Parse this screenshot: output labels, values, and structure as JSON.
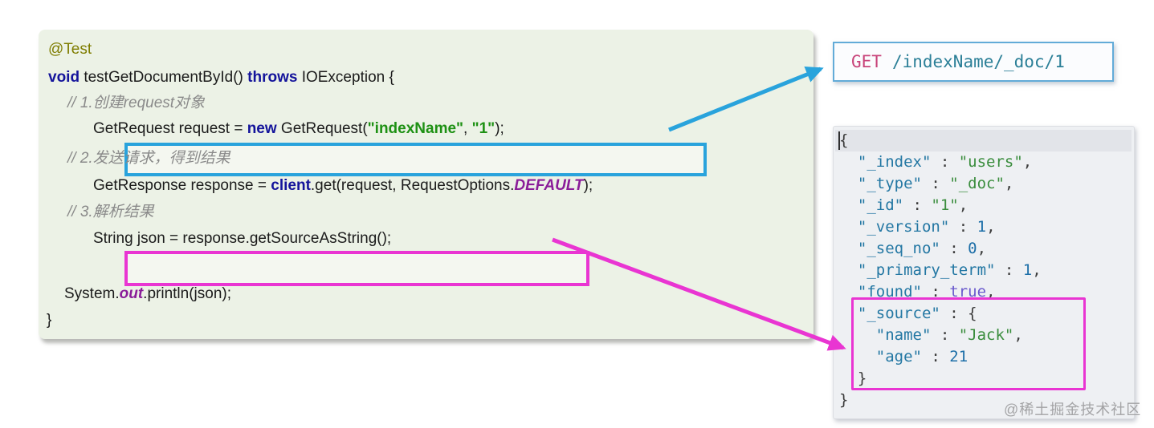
{
  "colors": {
    "highlight_blue": "#29a3dc",
    "highlight_magenta": "#e935d2",
    "code_panel_bg": "#ecf2e6",
    "json_panel_bg": "#eef0f3",
    "keyword": "#14149b",
    "string_green": "#1e9114",
    "member_purple": "#8a1d99",
    "comment_gray": "#8a8a8a",
    "json_key": "#2377a3",
    "json_string": "#3a8d3d",
    "json_number": "#1d6fa8",
    "json_bool": "#6a5acd",
    "http_method": "#c8447a",
    "http_path": "#2b7f97"
  },
  "code": {
    "l1": {
      "a": "@Test"
    },
    "l2": {
      "k1": "void",
      "p1": " testGetDocumentById() ",
      "k2": "throws",
      "p2": " IOException {"
    },
    "l3": {
      "c": "// 1.创建request对象"
    },
    "l4": {
      "p1": "GetRequest request = ",
      "k1": "new",
      "p2": " GetRequest(",
      "s1": "\"indexName\"",
      "p3": ", ",
      "s2": "\"1\"",
      "p4": ");"
    },
    "l5": {
      "c": "// 2.发送请求，得到结果"
    },
    "l6": {
      "p1": "GetResponse response = ",
      "k1": "client",
      "p2": ".get(request, RequestOptions.",
      "m1": "DEFAULT",
      "p3": ");"
    },
    "l7": {
      "c": "// 3.解析结果"
    },
    "l8": {
      "p1": "String json = response.getSourceAsString();"
    },
    "l9": {
      "p1": "System.",
      "m1": "out",
      "p2": ".println(json);"
    },
    "l10": {
      "p1": "}"
    }
  },
  "request_box": {
    "method": "GET",
    "path": "/indexName/_doc/1"
  },
  "json_doc": {
    "lines": [
      {
        "p1": "{"
      },
      {
        "k": "  \"_index\"",
        "sep": " : ",
        "s": "\"users\"",
        "p2": ","
      },
      {
        "k": "  \"_type\"",
        "sep": " : ",
        "s": "\"_doc\"",
        "p2": ","
      },
      {
        "k": "  \"_id\"",
        "sep": " : ",
        "s": "\"1\"",
        "p2": ","
      },
      {
        "k": "  \"_version\"",
        "sep": " : ",
        "n": "1",
        "p2": ","
      },
      {
        "k": "  \"_seq_no\"",
        "sep": " : ",
        "n": "0",
        "p2": ","
      },
      {
        "k": "  \"_primary_term\"",
        "sep": " : ",
        "n": "1",
        "p2": ","
      },
      {
        "k": "  \"found\"",
        "sep": " : ",
        "b": "true",
        "p2": ","
      },
      {
        "k": "  \"_source\"",
        "sep": " : ",
        "p2": "{"
      },
      {
        "k": "    \"name\"",
        "sep": " : ",
        "s": "\"Jack\"",
        "p2": ","
      },
      {
        "k": "    \"age\"",
        "sep": " : ",
        "n": "21"
      },
      {
        "p1": "  }"
      },
      {
        "p1": "}"
      }
    ]
  },
  "watermark": {
    "text": "@稀土掘金技术社区"
  }
}
